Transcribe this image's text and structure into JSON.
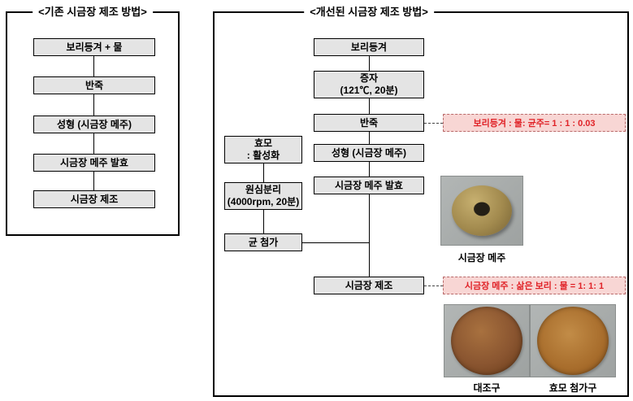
{
  "left_panel": {
    "title": "<기존 시금장 제조 방법>",
    "steps": [
      "보리등겨 + 물",
      "반죽",
      "성형 (시금장 메주)",
      "시금장 메주 발효",
      "시금장 제조"
    ]
  },
  "right_panel": {
    "title": "<개선된 시금장 제조 방법>",
    "main_steps": [
      "보리등겨",
      "증자\n(121℃, 20분)",
      "반죽",
      "성형 (시금장 메주)",
      "시금장 메주 발효",
      "시금장 제조"
    ],
    "side_steps": [
      "효모\n: 활성화",
      "원심분리\n(4000rpm, 20분)",
      "균 첨가"
    ],
    "notes": [
      "보리등겨 : 물: 균주= 1 : 1 : 0.03",
      "시금장 메주 : 삶은 보리 : 물 = 1: 1: 1"
    ],
    "captions": {
      "meju": "시금장 메주",
      "control": "대조구",
      "yeast": "효모 첨가구"
    }
  },
  "colors": {
    "box_fill": "#e4e4e4",
    "box_border": "#000000",
    "note_fill": "#f8d6d4",
    "note_text": "#e02227"
  }
}
